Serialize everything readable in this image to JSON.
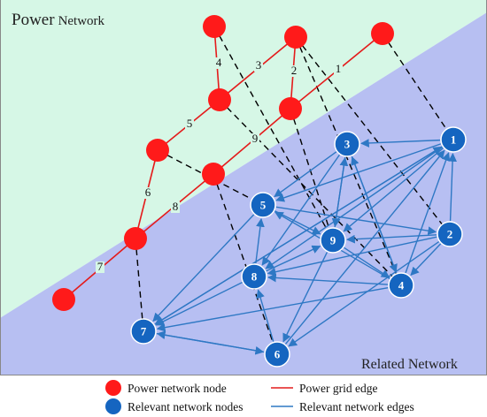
{
  "titles": {
    "power_network_big": "Power",
    "power_network_small": "Network",
    "related_network": "Related Network"
  },
  "colors": {
    "power_region": "#d6f7e6",
    "related_region": "#b7bff2",
    "power_node": "#ff1a1a",
    "power_edge": "#e41b1b",
    "relevant_node": "#1565c0",
    "relevant_edge": "#2e78c4",
    "mapping_edge": "#000000"
  },
  "legend": [
    {
      "symbol": "red-circle",
      "label": "Power network node"
    },
    {
      "symbol": "blue-circle",
      "label": "Relevant network nodes"
    },
    {
      "symbol": "red-line",
      "label": "Power grid edge"
    },
    {
      "symbol": "blue-line",
      "label": "Relevant network edges"
    }
  ],
  "power_grid": {
    "edge_labels": [
      "1",
      "2",
      "3",
      "4",
      "5",
      "6",
      "7",
      "8",
      "9"
    ]
  },
  "relevant_network": {
    "node_labels": [
      "1",
      "2",
      "3",
      "4",
      "5",
      "6",
      "7",
      "8",
      "9"
    ]
  }
}
